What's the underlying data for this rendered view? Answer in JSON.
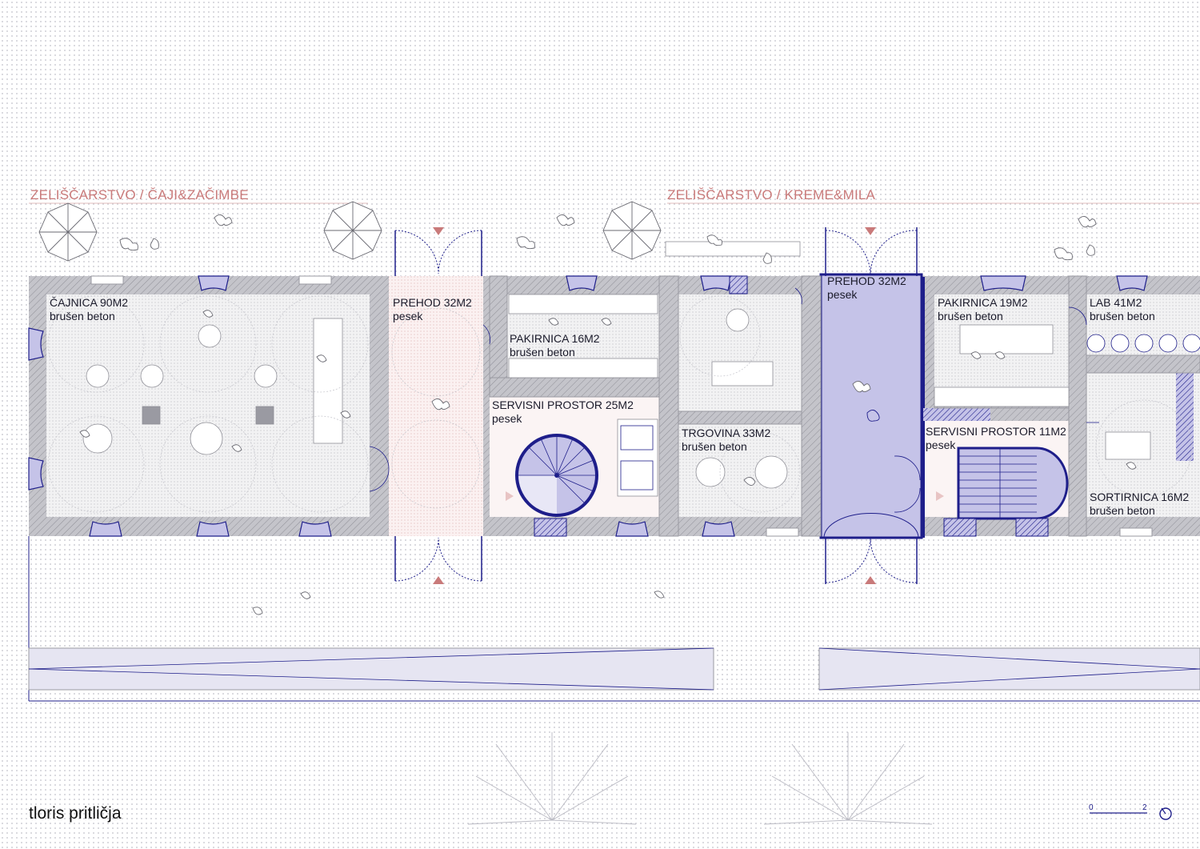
{
  "sections": {
    "left": "ZELIŠČARSTVO / ČAJI&ZAČIMBE",
    "right": "ZELIŠČARSTVO / KREME&MILA"
  },
  "rooms": [
    {
      "name": "ČAJNICA  90M2",
      "material": "brušen beton"
    },
    {
      "name": "PREHOD 32M2",
      "material": "pesek"
    },
    {
      "name": "PAKIRNICA 16M2",
      "material": "brušen beton"
    },
    {
      "name": "SERVISNI PROSTOR 25M2",
      "material": "pesek"
    },
    {
      "name": "TRGOVINA 33M2",
      "material": "brušen beton"
    },
    {
      "name": "PREHOD 32M2",
      "material": "pesek"
    },
    {
      "name": "PAKIRNICA 19M2",
      "material": "brušen beton"
    },
    {
      "name": "LAB 41M2",
      "material": "brušen beton"
    },
    {
      "name": "SERVISNI PROSTOR 11M2",
      "material": "pesek"
    },
    {
      "name": "SORTIRNICA 16M2",
      "material": "brušen beton"
    }
  ],
  "plan_title": "tloris pritličja",
  "scale": {
    "start": "0",
    "end": "2"
  },
  "icons": [
    "north-arrow-icon",
    "umbrella-icon",
    "tree-icon",
    "person-icon",
    "entrance-arrow-icon"
  ],
  "colors": {
    "accent_blue": "#1e1e8a",
    "fill_blue": "#c5c3e8",
    "title_red": "#c97a7a",
    "wall_gray": "#b7b7bd"
  }
}
